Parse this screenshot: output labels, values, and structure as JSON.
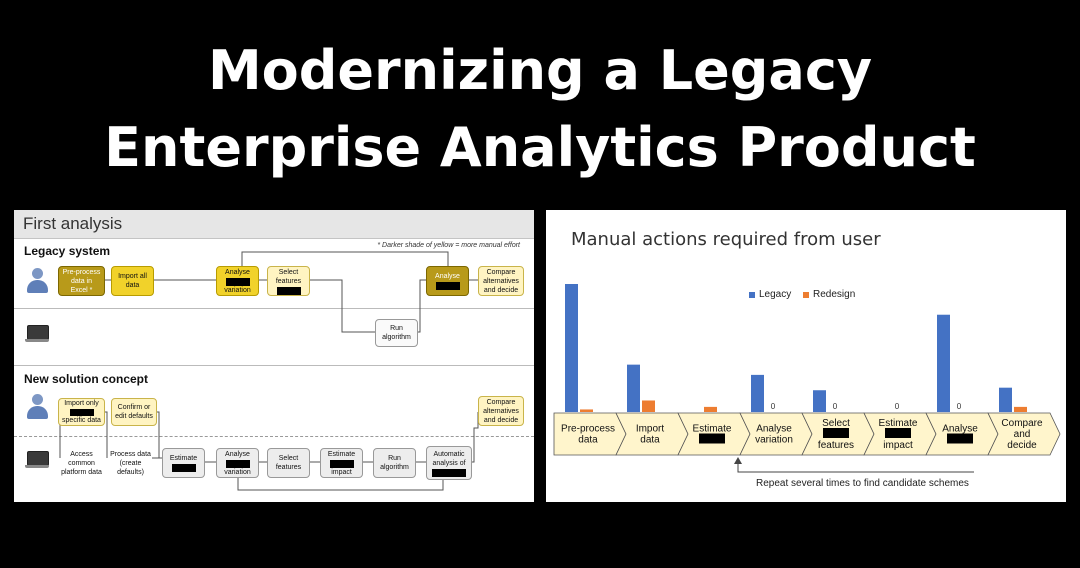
{
  "page": {
    "title_line1": "Modernizing a Legacy",
    "title_line2": "Enterprise Analytics Product"
  },
  "left_panel": {
    "heading": "First analysis",
    "note": "* Darker shade of yellow = more manual effort",
    "legacy": {
      "title": "Legacy system",
      "steps": [
        {
          "lines": [
            "Pre-process",
            "data in",
            "Excel *"
          ],
          "shade": "y3"
        },
        {
          "lines": [
            "Import all",
            "data"
          ],
          "shade": "y2"
        },
        {
          "lines": [
            "Analyse",
            "variation"
          ],
          "shade": "y2",
          "redacted": true
        },
        {
          "lines": [
            "Select",
            "features"
          ],
          "shade": "y1",
          "redacted": true
        },
        {
          "lines": [
            "Run",
            "algorithm"
          ],
          "shade": "w"
        },
        {
          "lines": [
            "Analyse"
          ],
          "shade": "y3",
          "redacted": true
        },
        {
          "lines": [
            "Compare",
            "alternatives",
            "and decide"
          ],
          "shade": "y1"
        }
      ]
    },
    "new": {
      "title": "New solution concept",
      "steps": [
        {
          "lines": [
            "Import only",
            "specific data"
          ],
          "shade": "y1",
          "redacted": true
        },
        {
          "lines": [
            "Confirm or",
            "edit defaults"
          ],
          "shade": "y1"
        },
        {
          "lines": [
            "Compare",
            "alternatives",
            "and decide"
          ],
          "shade": "y1"
        },
        {
          "lines": [
            "Access",
            "common",
            "platform data"
          ],
          "shade": "w"
        },
        {
          "lines": [
            "Process data",
            "(create",
            "defaults)"
          ],
          "shade": "w"
        },
        {
          "lines": [
            "Estimate"
          ],
          "shade": "w",
          "redacted": true
        },
        {
          "lines": [
            "Analyse",
            "variation"
          ],
          "shade": "w",
          "redacted": true
        },
        {
          "lines": [
            "Select",
            "features"
          ],
          "shade": "w"
        },
        {
          "lines": [
            "Estimate",
            "impact"
          ],
          "shade": "w",
          "redacted": true
        },
        {
          "lines": [
            "Run",
            "algorithm"
          ],
          "shade": "w"
        },
        {
          "lines": [
            "Automatic",
            "analysis of"
          ],
          "shade": "w",
          "redacted": true
        }
      ]
    }
  },
  "chart_data": {
    "type": "bar",
    "title": "Manual actions required from user",
    "categories": [
      [
        "Pre-process",
        "data"
      ],
      [
        "Import",
        "data"
      ],
      [
        "Estimate"
      ],
      [
        "Analyse",
        "variation"
      ],
      [
        "Select",
        "features"
      ],
      [
        "Estimate",
        "impact"
      ],
      [
        "Analyse"
      ],
      [
        "Compare",
        "and",
        "decide"
      ]
    ],
    "redacted_categories": [
      2,
      4,
      5,
      6
    ],
    "series": [
      {
        "name": "Legacy",
        "color": "#4472c4",
        "values": [
          100,
          37,
          0,
          29,
          17,
          0,
          76,
          19
        ]
      },
      {
        "name": "Redesign",
        "color": "#ed7d31",
        "values": [
          2,
          9,
          4,
          0,
          0,
          0,
          0,
          4
        ]
      }
    ],
    "zero_labels": [
      3,
      4,
      5,
      6
    ],
    "zero_label_text": "0",
    "footnote": "Repeat several times to find candidate schemes",
    "legend_position": "top-left"
  }
}
